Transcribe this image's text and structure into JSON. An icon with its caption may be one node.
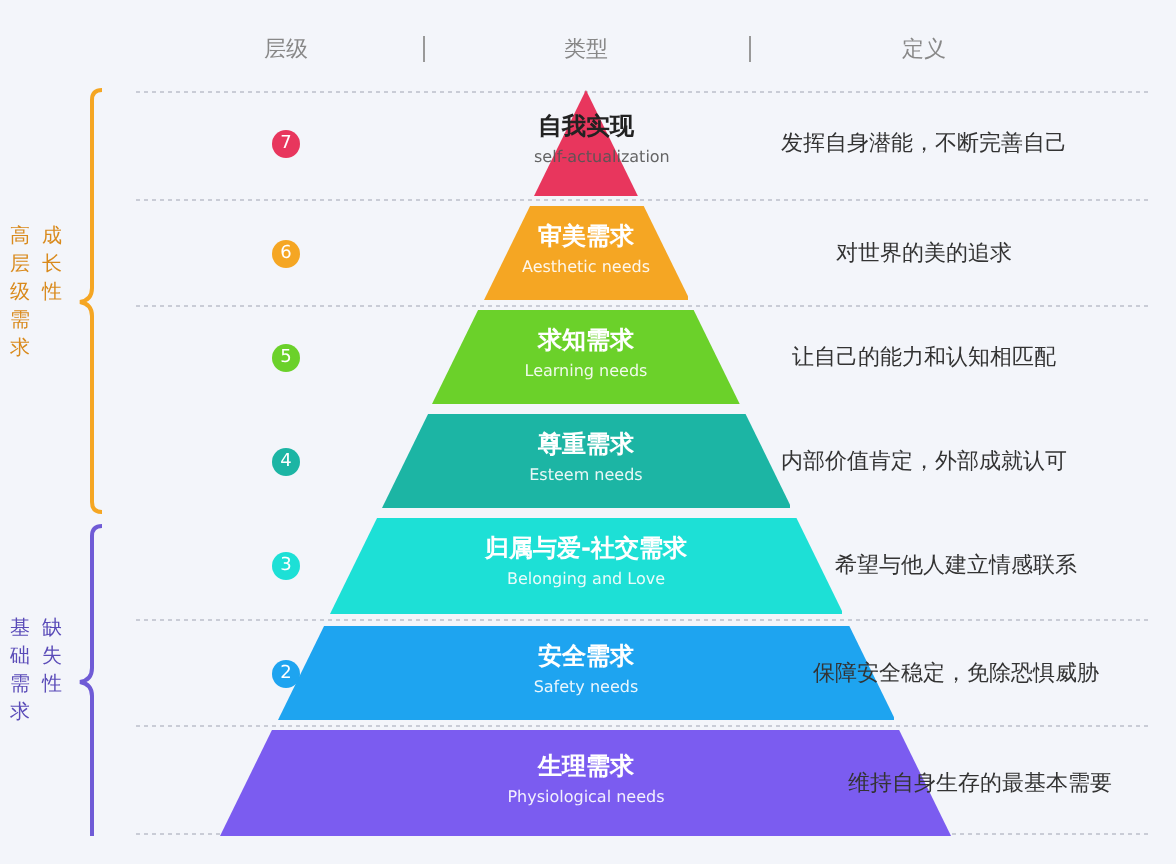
{
  "diagram": {
    "nodes": [
      {
        "text": [
          "自我实现",
          "self-actualization"
        ]
      },
      {
        "text": [
          "审美需求",
          "Aesthetic needs"
        ]
      },
      {
        "text": [
          "求知需求",
          "Learning needs"
        ]
      },
      {
        "text": [
          "尊重需求",
          "Esteem needs"
        ]
      },
      {
        "text": [
          "归属与爱-社交需求",
          "Belonging and Love"
        ]
      },
      {
        "text": [
          "安全需求",
          "Safety needs"
        ]
      },
      {
        "text": [
          "生理需求",
          "Physiological needs"
        ]
      }
    ],
    "labels": [
      "层级",
      "类型",
      "定义",
      "7",
      "发挥自身潜能，不断完善自己",
      "6",
      "对世界的美的追求",
      "5",
      "让自己的能力和认知相匹配",
      "4",
      "内部价值肯定，外部成就认可",
      "3",
      "希望与他人建立情感联系",
      "2",
      "保障安全稳定，免除恐惧威胁",
      "维持自身生存的最基本需要",
      "高层级需求",
      "成长性",
      "基础需求",
      "缺失性"
    ]
  }
}
